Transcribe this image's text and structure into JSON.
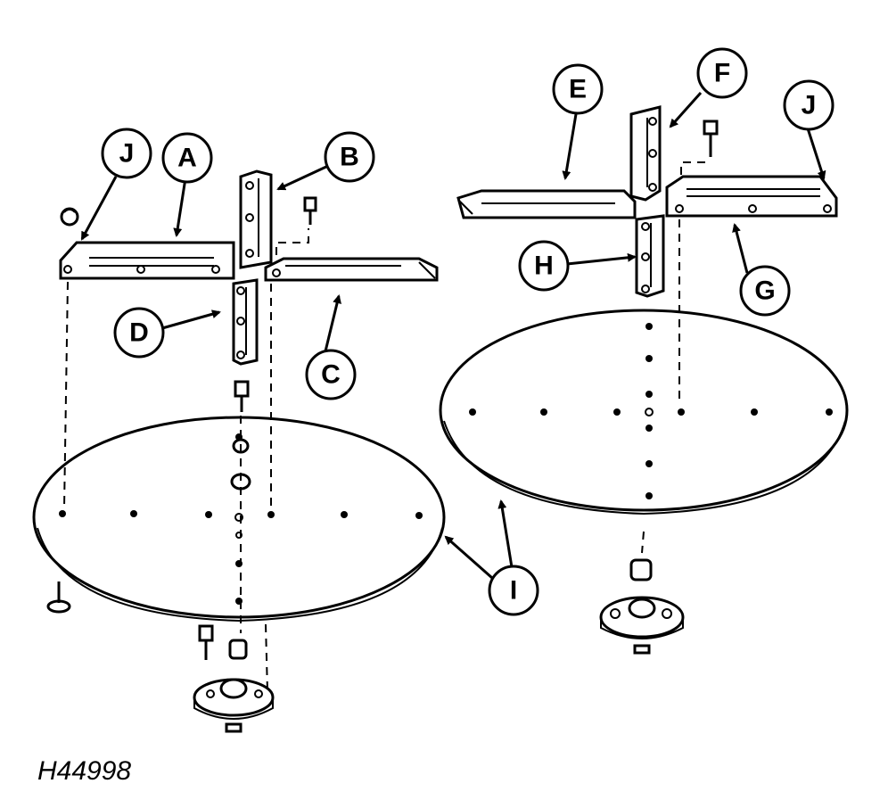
{
  "figure_id": "H44998",
  "callouts": {
    "A": "A",
    "B": "B",
    "C": "C",
    "D": "D",
    "E": "E",
    "F": "F",
    "G": "G",
    "H": "H",
    "I": "I",
    "J": "J"
  },
  "colors": {
    "ink": "#000000",
    "paper": "#ffffff"
  }
}
